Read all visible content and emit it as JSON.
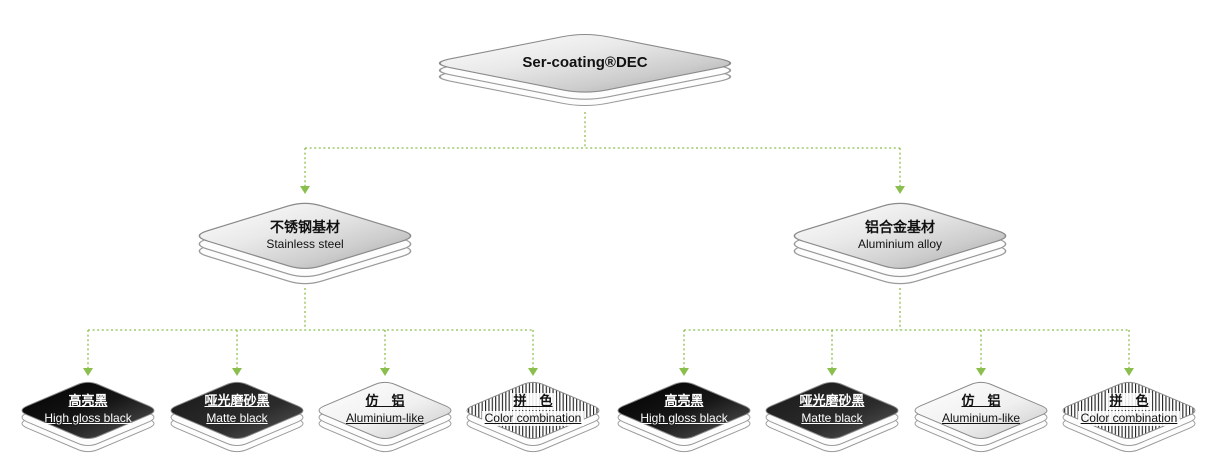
{
  "colors": {
    "connector_green": "#8abf4e",
    "plate_outline": "#8a8a8a",
    "gloss_black": "#000000",
    "matte_black": "#1f1f1f",
    "silver": "#d9d9d9"
  },
  "root": {
    "title": "Ser-coating®DEC"
  },
  "branches": [
    {
      "zh": "不锈钢基材",
      "en": "Stainless steel",
      "children": [
        {
          "zh": "高亮黑",
          "en": "High gloss black",
          "finish": "gloss-black"
        },
        {
          "zh": "哑光磨砂黑",
          "en": "Matte black",
          "finish": "matte-black"
        },
        {
          "zh": "仿　铝",
          "en": "Aluminium-like",
          "finish": "aluminium-like"
        },
        {
          "zh": "拼　色",
          "en": "Color combination",
          "finish": "color-combination"
        }
      ]
    },
    {
      "zh": "铝合金基材",
      "en": "Aluminium alloy",
      "children": [
        {
          "zh": "高亮黑",
          "en": "High gloss black",
          "finish": "gloss-black"
        },
        {
          "zh": "哑光磨砂黑",
          "en": "Matte black",
          "finish": "matte-black"
        },
        {
          "zh": "仿　铝",
          "en": "Aluminium-like",
          "finish": "aluminium-like"
        },
        {
          "zh": "拼　色",
          "en": "Color combination",
          "finish": "color-combination"
        }
      ]
    }
  ]
}
